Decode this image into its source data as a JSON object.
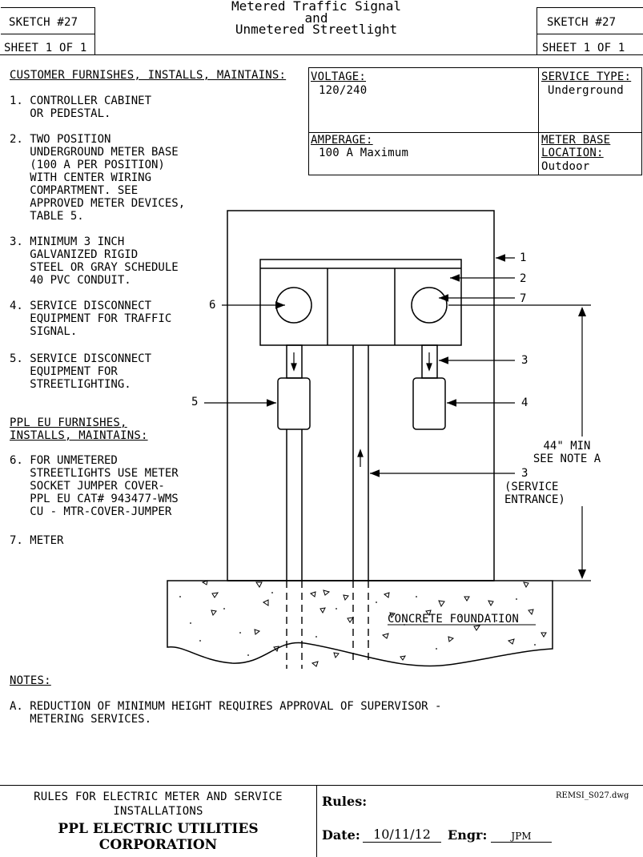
{
  "header": {
    "sketch_left": "SKETCH #27",
    "sheet_left": "SHEET 1 OF 1",
    "sketch_right": "SKETCH #27",
    "sheet_right": "SHEET 1 OF 1",
    "title_line1": "Metered Traffic Signal",
    "title_line2": "and",
    "title_line3": "Unmetered Streetlight"
  },
  "customer": {
    "heading": "CUSTOMER FURNISHES, INSTALLS, MAINTAINS:",
    "items": [
      "1. CONTROLLER CABINET\n   OR PEDESTAL.",
      "2. TWO POSITION\n   UNDERGROUND METER BASE\n   (100 A PER POSITION)\n   WITH CENTER WIRING\n   COMPARTMENT. SEE\n   APPROVED METER DEVICES,\n   TABLE 5.",
      "3. MINIMUM 3 INCH\n   GALVANIZED RIGID\n   STEEL OR GRAY SCHEDULE\n   40 PVC CONDUIT.",
      "4. SERVICE DISCONNECT\n   EQUIPMENT FOR TRAFFIC\n   SIGNAL.",
      "5. SERVICE DISCONNECT\n   EQUIPMENT FOR\n   STREETLIGHTING."
    ]
  },
  "ppl": {
    "heading_line1": "PPL EU FURNISHES,",
    "heading_line2": "INSTALLS, MAINTAINS:",
    "items": [
      "6. FOR UNMETERED\n   STREETLIGHTS USE METER\n   SOCKET JUMPER COVER-\n   PPL EU CAT# 943477-WMS\n   CU - MTR-COVER-JUMPER",
      "7. METER"
    ]
  },
  "info_box": {
    "voltage_label": "VOLTAGE:",
    "voltage_value": "120/240",
    "service_type_label": "SERVICE TYPE:",
    "service_type_value": "Underground",
    "amperage_label": "AMPERAGE:",
    "amperage_value": "100 A Maximum",
    "meter_base_label1": "METER BASE",
    "meter_base_label2": "LOCATION:",
    "meter_base_value": "Outdoor"
  },
  "diagram": {
    "callouts": [
      "1",
      "2",
      "7",
      "3",
      "4",
      "5",
      "6",
      "3"
    ],
    "dimension_text": "44\" MIN\nSEE NOTE A",
    "service_entrance": "(SERVICE\nENTRANCE)",
    "foundation_label": "CONCRETE FOUNDATION"
  },
  "notes": {
    "heading": "NOTES:",
    "note_a": "A. REDUCTION OF MINIMUM HEIGHT REQUIRES APPROVAL OF SUPERVISOR -\n   METERING SERVICES."
  },
  "title_block": {
    "rules_line1": "RULES FOR ELECTRIC METER AND SERVICE",
    "rules_line2": "INSTALLATIONS",
    "company_line1": "PPL ELECTRIC UTILITIES",
    "company_line2": "CORPORATION",
    "rules_label": "Rules:",
    "file_name": "REMSI_S027.dwg",
    "date_label": "Date:",
    "date_value": "10/11/12",
    "engr_label": "Engr:",
    "engr_value": "JPM"
  }
}
